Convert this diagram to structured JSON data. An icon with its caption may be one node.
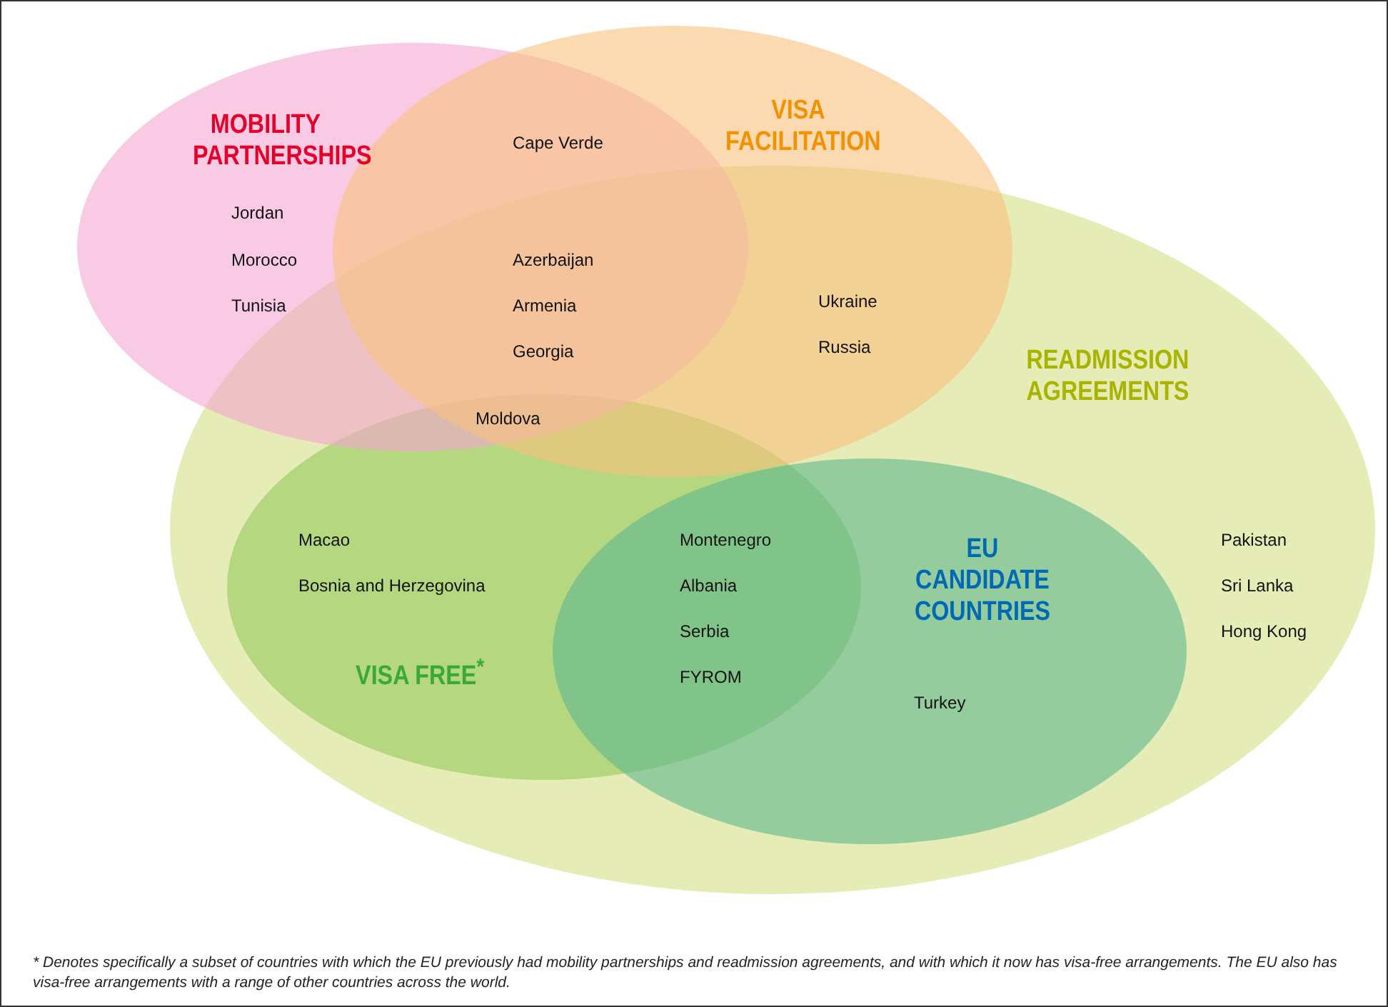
{
  "diagram": {
    "nodes": [
      {
        "text": [
          "MOBILITY PARTNERSHIPS"
        ]
      },
      {
        "text": [
          "VISA FACILITATION"
        ]
      },
      {
        "text": [
          "READMISSION AGREEMENTS"
        ]
      },
      {
        "text": [
          "VISA FREE$^{*}$"
        ],
        "in": 2
      },
      {
        "text": [
          "EU CANDIDATE COUNTRIES"
        ],
        "in": 2
      }
    ],
    "labels": [
      "Cape Verde",
      "Jordan",
      "Morocco",
      "Tunisia",
      "Azerbaijan",
      "Armenia",
      "Georgia",
      "Ukraine",
      "Russia",
      "Moldova",
      "Macao",
      "Bosnia and Herzegovina",
      "Montenegro",
      "Albania",
      "Serbia",
      "FYROM",
      "Turkey",
      "Pakistan",
      "Sri Lanka",
      "Hong Kong"
    ],
    "caption": "* Denotes  specifically a subset of countries with which the EU previously had mobility partnerships and readmission agreements, and with which it now has visa-free arrangements. The EU also has visa-free arrangements with a range of other countries across the world."
  }
}
